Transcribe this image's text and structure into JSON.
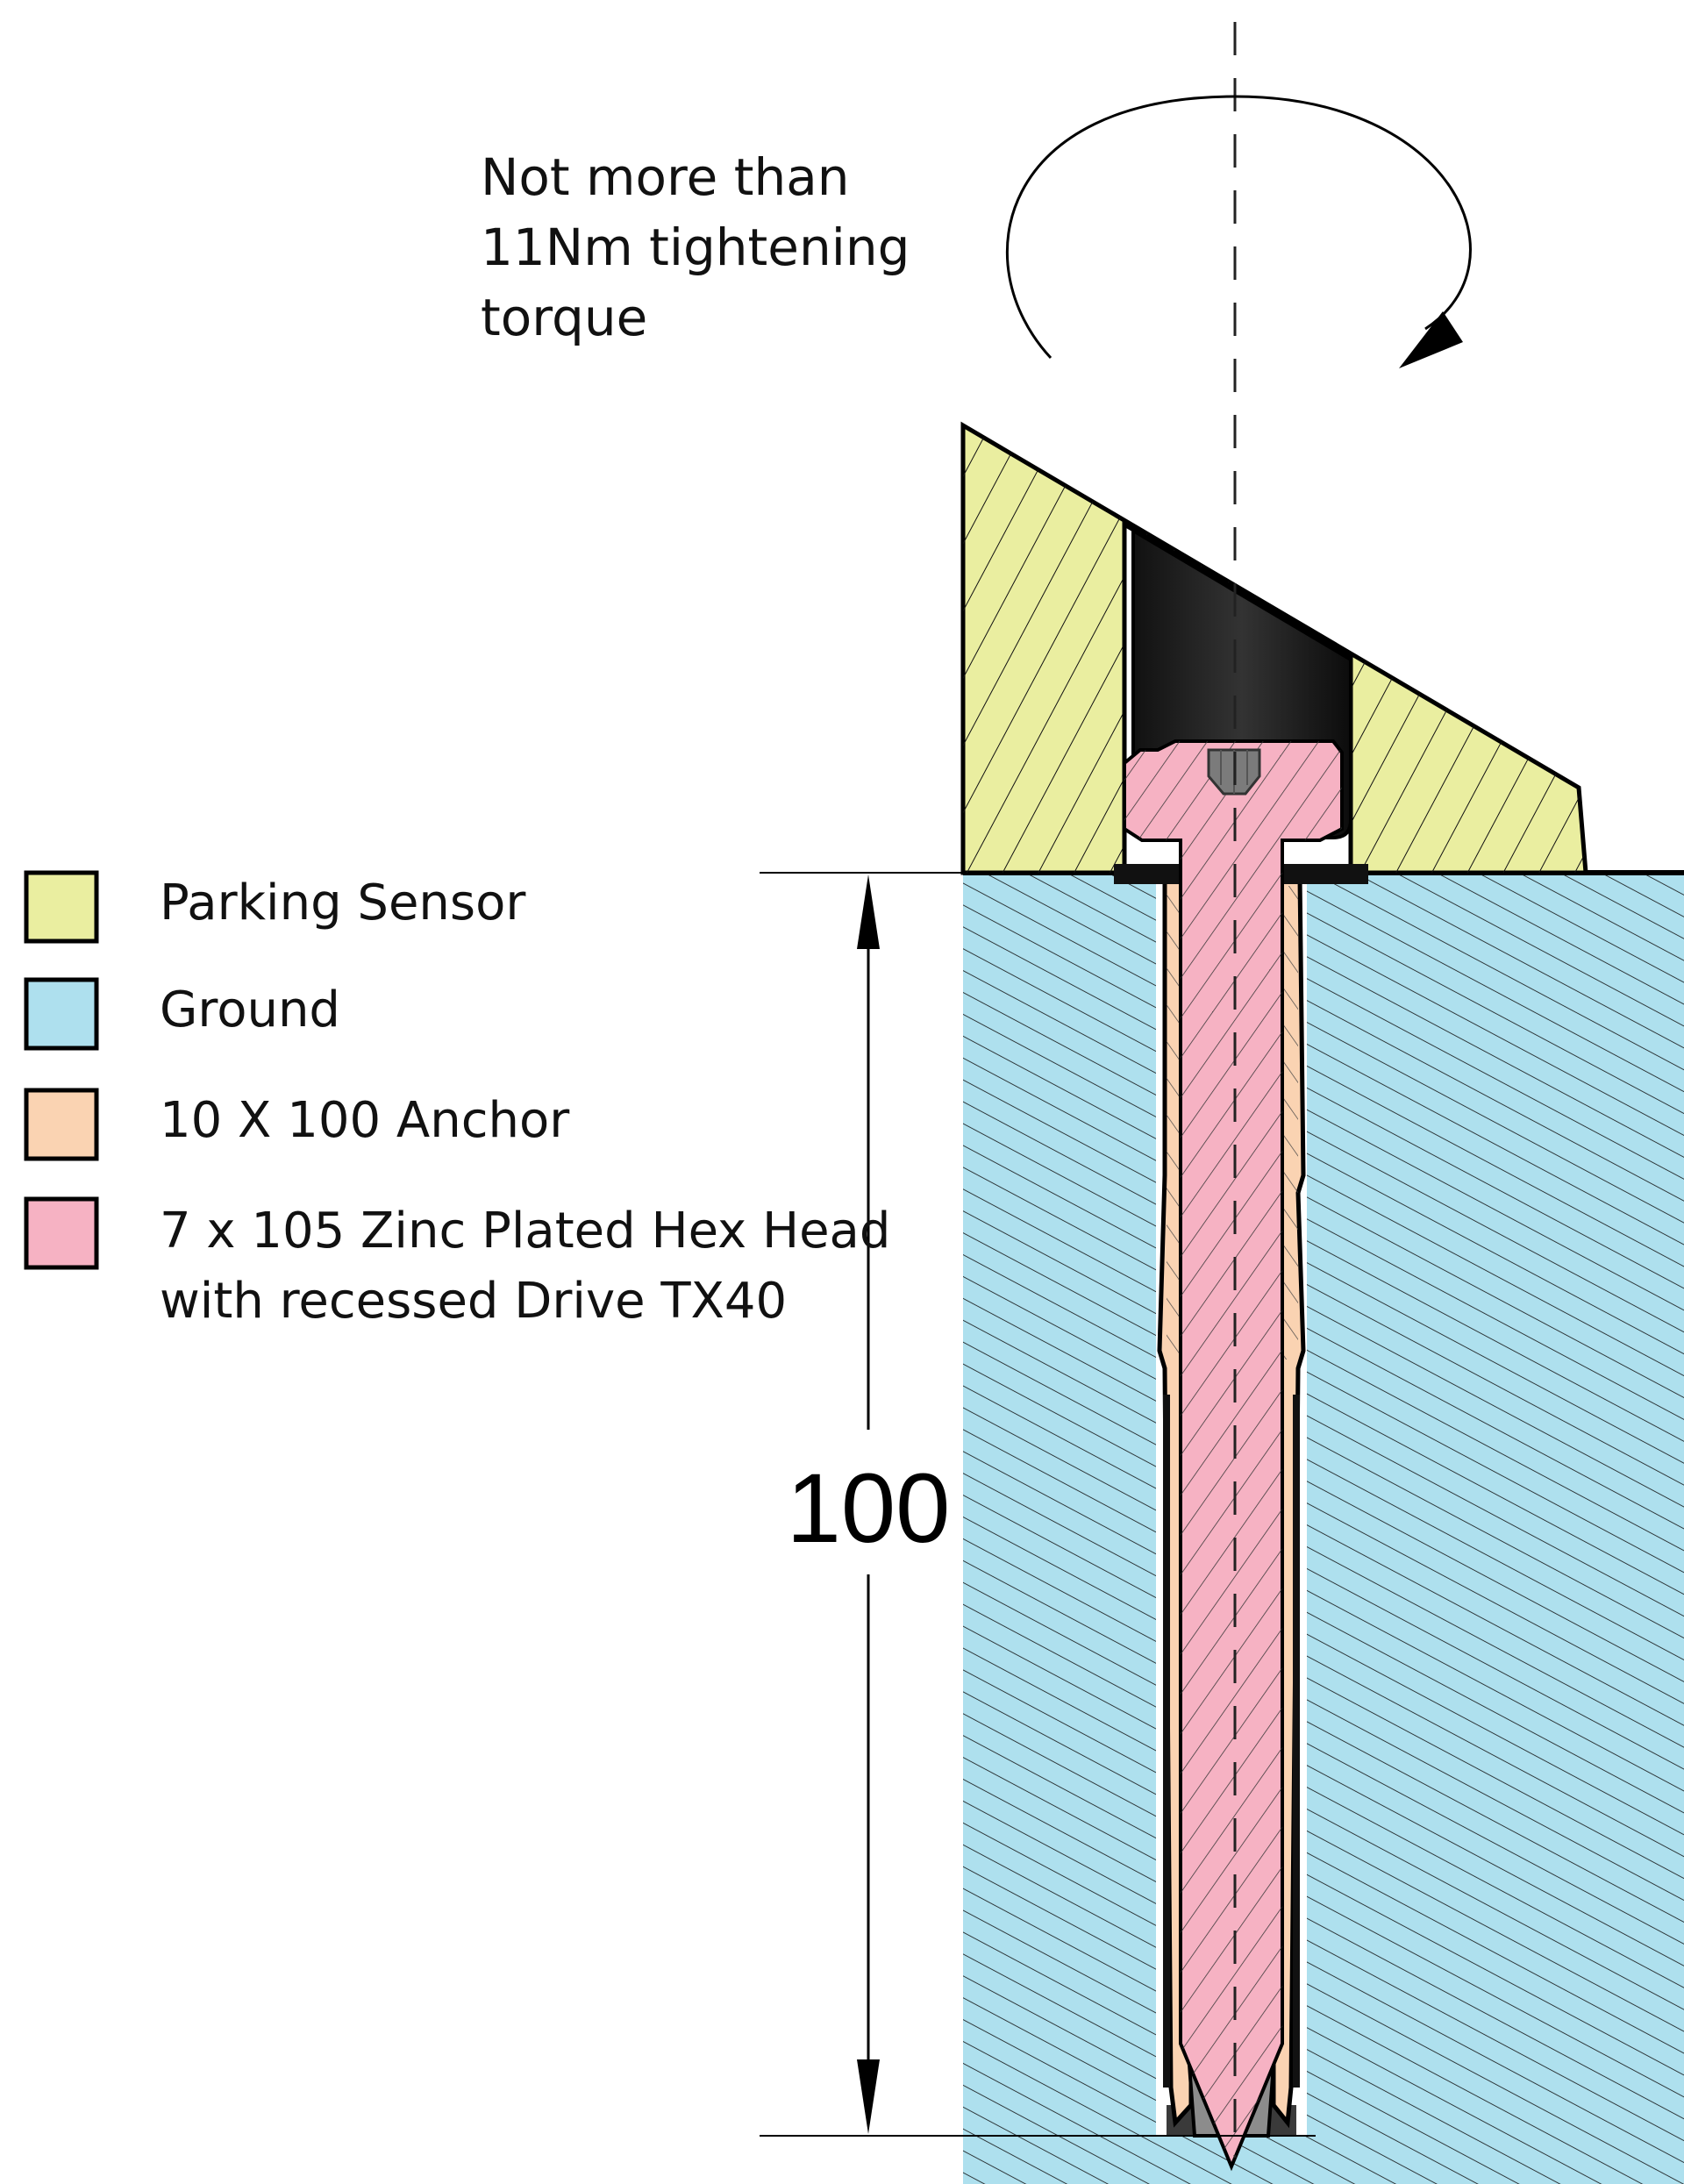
{
  "annotation": {
    "torque_lines": [
      "Not more than",
      "11Nm tightening",
      "torque"
    ]
  },
  "legend": [
    {
      "label_lines": [
        "Parking Sensor"
      ],
      "color": "#eaeea0"
    },
    {
      "label_lines": [
        "Ground"
      ],
      "color": "#aee0ee"
    },
    {
      "label_lines": [
        "10 X 100 Anchor"
      ],
      "color": "#fad3b2"
    },
    {
      "label_lines": [
        "7 x 105 Zinc Plated Hex Head",
        "with recessed Drive TX40"
      ],
      "color": "#f6b2c3"
    }
  ],
  "dimension": {
    "value": "100"
  },
  "colors": {
    "sensor": "#eaeea0",
    "ground": "#aee0ee",
    "anchor": "#fad3b2",
    "screw": "#f6b2c3",
    "washer": "#1e1e1e",
    "outline": "#000000"
  },
  "icons": {
    "rotation": "curved-rotation-arrow-icon"
  }
}
